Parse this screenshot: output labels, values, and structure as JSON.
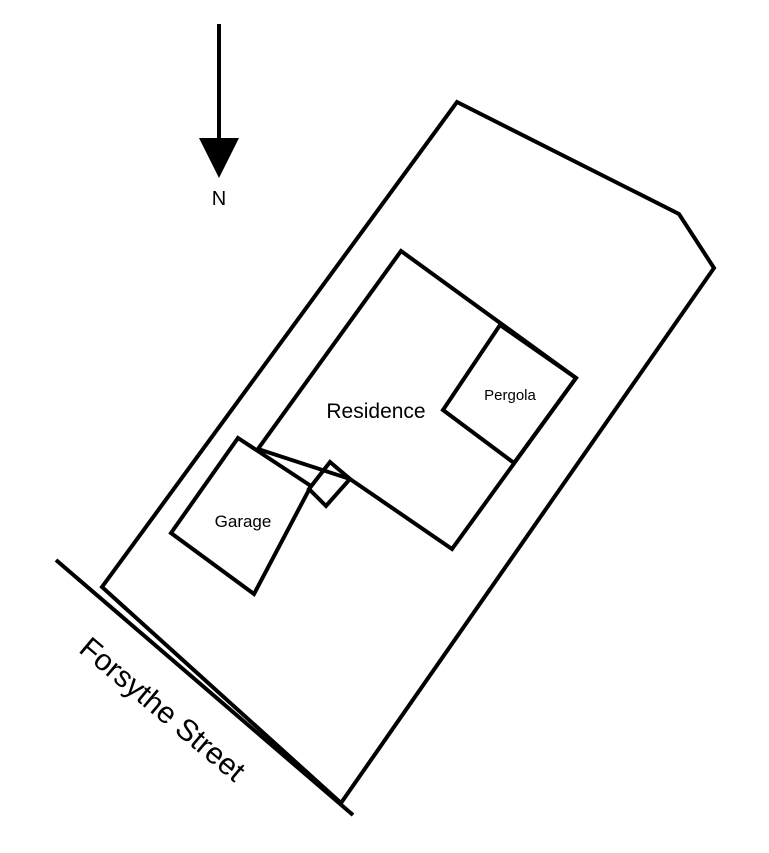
{
  "plan": {
    "north_label": "N",
    "street_label": "Forsythe Street",
    "residence_label": "Residence",
    "garage_label": "Garage",
    "pergola_label": "Pergola",
    "line_color": "#000000",
    "background_color": "#ffffff",
    "north_arrow_icon": "arrow-down-icon"
  }
}
